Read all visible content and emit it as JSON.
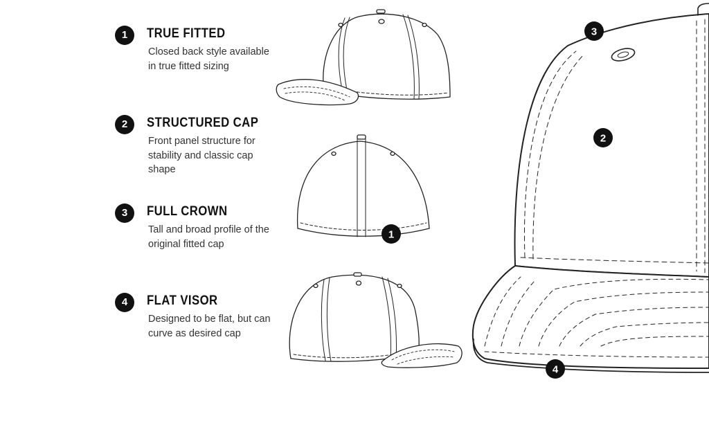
{
  "features": [
    {
      "number": "1",
      "title": "TRUE FITTED",
      "description": "Closed back style available in true fitted sizing"
    },
    {
      "number": "2",
      "title": "STRUCTURED CAP",
      "description": "Front panel structure for stability and classic cap shape"
    },
    {
      "number": "3",
      "title": "FULL CROWN",
      "description": "Tall and broad profile of the original fitted cap"
    },
    {
      "number": "4",
      "title": "FLAT VISOR",
      "description": "Designed to be flat, but can curve as desired cap"
    }
  ],
  "callouts": {
    "back_view": "1",
    "front_panel": "2",
    "crown": "3",
    "visor": "4"
  },
  "colors": {
    "badge": "#111111",
    "line": "#222222"
  }
}
